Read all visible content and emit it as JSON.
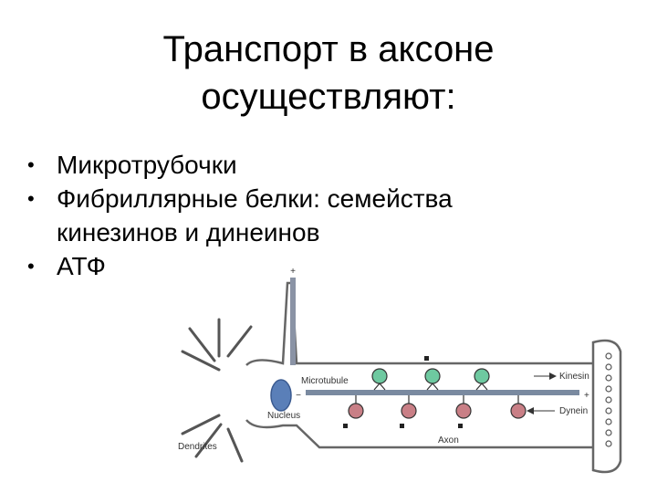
{
  "title": {
    "line1": "Транспорт в аксоне",
    "line2": "осуществляют:"
  },
  "bullets": [
    "Микротрубочки",
    "Фибриллярные белки: семейства кинезинов и динеинов",
    "АТФ"
  ],
  "diagram": {
    "labels": {
      "microtubule": "Microtubule",
      "kinesin": "Kinesin",
      "dynein": "Dynein",
      "nucleus": "Nucleus",
      "axon": "Axon",
      "dendrites": "Dendrites",
      "plus": "+",
      "minus": "−"
    },
    "colors": {
      "kinesin": "#6ec9a0",
      "dynein": "#c97f86",
      "nucleus": "#5a7fb8",
      "microtubule": "#7a8aa0",
      "outline": "#555555"
    }
  }
}
